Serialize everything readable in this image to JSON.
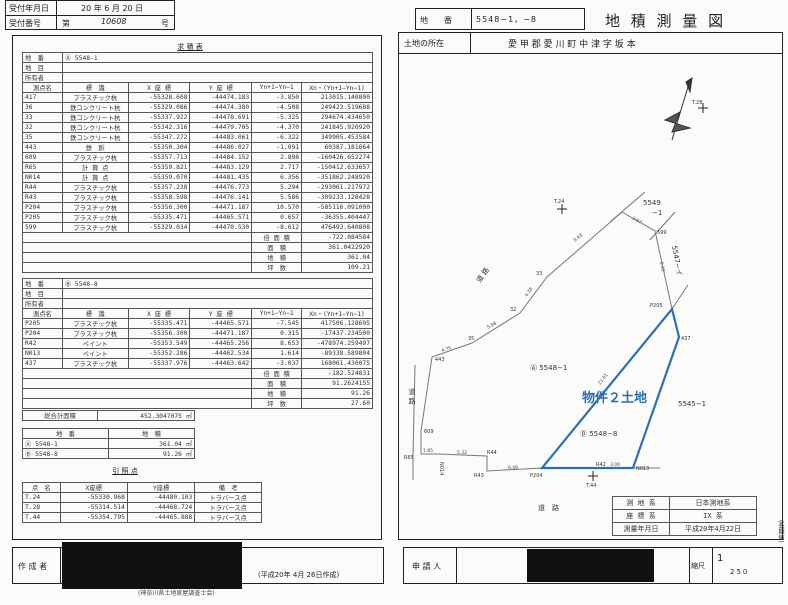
{
  "receipt": {
    "date_label": "受付年月日",
    "date_value": "20 年 6 月 20 日",
    "number_label": "受付番号",
    "number_prefix": "第",
    "number_value": "10608",
    "number_suffix": "号"
  },
  "header": {
    "lot_label": "地　　番",
    "lot_value": "5548−1，−8",
    "title": "地 積 測 量 図",
    "location_label": "土地の所在",
    "location_value": "愛 甲 郡 愛 川 町 中 津 字 坂 本"
  },
  "area_calc": {
    "title": "求 積 表",
    "col_headers": [
      "測点名",
      "標　識",
      "X 座 標",
      "Y 座 標",
      "Yn+1−Yn−1",
      "Xn・(Yn+1−Yn−1)"
    ],
    "meta_labels": [
      "地　番",
      "地　目",
      "所有者"
    ],
    "tables": [
      {
        "lot": "Ⓐ 5548-1",
        "rows": [
          [
            "417",
            "プラスチック杭",
            "-55328.608",
            "-44474.183",
            "-3.850",
            "213015.140800"
          ],
          [
            "36",
            "鉄コンクリート杭",
            "-55329.086",
            "-44474.380",
            "-4.508",
            "249423.519688"
          ],
          [
            "33",
            "鉄コンクリート杭",
            "-55337.922",
            "-44478.691",
            "-5.325",
            "294674.434650"
          ],
          [
            "32",
            "鉄コンクリート杭",
            "-55342.316",
            "-44479.705",
            "-4.370",
            "241845.920920"
          ],
          [
            "35",
            "鉄コンクリート杭",
            "-55347.272",
            "-44483.061",
            "-6.322",
            "349905.453584"
          ],
          [
            "443",
            "鉄　鋲",
            "-55350.304",
            "-44486.027",
            "-1.091",
            "60387.181664"
          ],
          [
            "609",
            "プラスチック杭",
            "-55357.713",
            "-44484.152",
            "2.898",
            "-160426.652274"
          ],
          [
            "R65",
            "計 算 点",
            "-55359.821",
            "-44483.129",
            "2.717",
            "-150412.633657"
          ],
          [
            "N014",
            "計 算 点",
            "-55359.070",
            "-44481.435",
            "6.356",
            "-351862.248920"
          ],
          [
            "R44",
            "プラスチック杭",
            "-55357.238",
            "-44476.773",
            "5.294",
            "-293061.217972"
          ],
          [
            "R43",
            "プラスチック杭",
            "-55358.598",
            "-44476.141",
            "5.586",
            "-309233.128428"
          ],
          [
            "P204",
            "プラスチック杭",
            "-55356.300",
            "-44471.187",
            "10.570",
            "-585116.091000"
          ],
          [
            "P205",
            "プラスチック杭",
            "-55335.471",
            "-44465.571",
            "0.657",
            "-36355.404447"
          ],
          [
            "599",
            "プラスチック杭",
            "-55329.034",
            "-44470.530",
            "-8.612",
            "476493.640808"
          ]
        ],
        "summary": [
          [
            "倍 面 積",
            "-722.084584"
          ],
          [
            "面　積",
            "361.0422920"
          ],
          [
            "地　積",
            "361.04"
          ],
          [
            "坪　数",
            "109.21"
          ]
        ]
      },
      {
        "lot": "Ⓑ 5548-8",
        "rows": [
          [
            "P205",
            "プラスチック杭",
            "-55335.471",
            "-44465.571",
            "-7.545",
            "417506.128695"
          ],
          [
            "P204",
            "プラスチック杭",
            "-55356.300",
            "-44471.187",
            "0.315",
            "-17437.234500"
          ],
          [
            "R42",
            "ペイント",
            "-55353.549",
            "-44465.256",
            "8.653",
            "-478974.259497"
          ],
          [
            "N013",
            "ペイント",
            "-55352.286",
            "-44462.534",
            "1.614",
            "-89338.589804"
          ],
          [
            "437",
            "プラスチック杭",
            "-55337.976",
            "-44463.642",
            "-3.037",
            "168061.430075"
          ]
        ],
        "summary": [
          [
            "倍 面 積",
            "-182.524831"
          ],
          [
            "面　積",
            "91.2624155"
          ],
          [
            "地　積",
            "91.26"
          ],
          [
            "坪　数",
            "27.60"
          ]
        ]
      }
    ]
  },
  "total": {
    "label": "総合計面積",
    "value": "452.3047075",
    "unit": "㎡"
  },
  "lot_areas": {
    "headers": [
      "地　番",
      "地　積"
    ],
    "rows": [
      [
        "Ⓐ 5548-1",
        "361.04 ㎡"
      ],
      [
        "Ⓑ 5548-8",
        "91.26 ㎡"
      ]
    ]
  },
  "reference": {
    "title": "引 照 点",
    "headers": [
      "点　名",
      "X座標",
      "Y座標",
      "備　考"
    ],
    "rows": [
      [
        "T.24",
        "-55330.968",
        "-44480.103",
        "トラバース点"
      ],
      [
        "T.28",
        "-55314.514",
        "-44468.724",
        "トラバース点"
      ],
      [
        "T.44",
        "-55354.795",
        "-44465.888",
        "トラバース点"
      ]
    ]
  },
  "map": {
    "labels": {
      "lot_a": "Ⓐ 5548−1",
      "lot_b": "Ⓑ 5548−8",
      "property": "物件２土地",
      "adj_5545": "5545−1",
      "adj_5549": "5549",
      "adj_5549b": "−1",
      "adj_5547": "5547−イ",
      "road_top": "道 路",
      "road_left": "道 路",
      "road_bottom": "道　路"
    },
    "points": {
      "T24": "T.24",
      "T28": "T.28",
      "T44": "T.44",
      "p599": "599",
      "P205": "P205",
      "p437": "437",
      "N013": "N013",
      "P204": "P204",
      "R43": "R43",
      "R44": "R44",
      "N014": "N014",
      "R65": "R65",
      "p609": "609",
      "p443": "443",
      "p35": "35",
      "p32": "32",
      "p33": "33",
      "R42": "R42"
    },
    "distances": {
      "d1": "9.43",
      "d2": "4.38",
      "d3": "5.98",
      "d4": "4.75",
      "d5": "3.67",
      "d6": "6.12",
      "d7": "21.81",
      "d8": "1.85",
      "d9": "5.32",
      "d10": "6.49",
      "d11": "3.00"
    },
    "highlight_color": "#2f6fb0"
  },
  "survey_info": {
    "rows": [
      [
        "測 地 系",
        "日本測地系"
      ],
      [
        "座 標 系",
        "IX 系"
      ],
      [
        "測量年月日",
        "平成20年4月22日"
      ]
    ]
  },
  "footer": {
    "creator_label": "作 成 者",
    "created_date": "(平成20年 4月 26日作成)",
    "association": "(神奈川県土地家屋調査士会)",
    "applicant_label": "申 請 人",
    "scale_label": "縮尺",
    "scale_num": "1",
    "scale_den": "250",
    "side_note": "(長期納)"
  }
}
